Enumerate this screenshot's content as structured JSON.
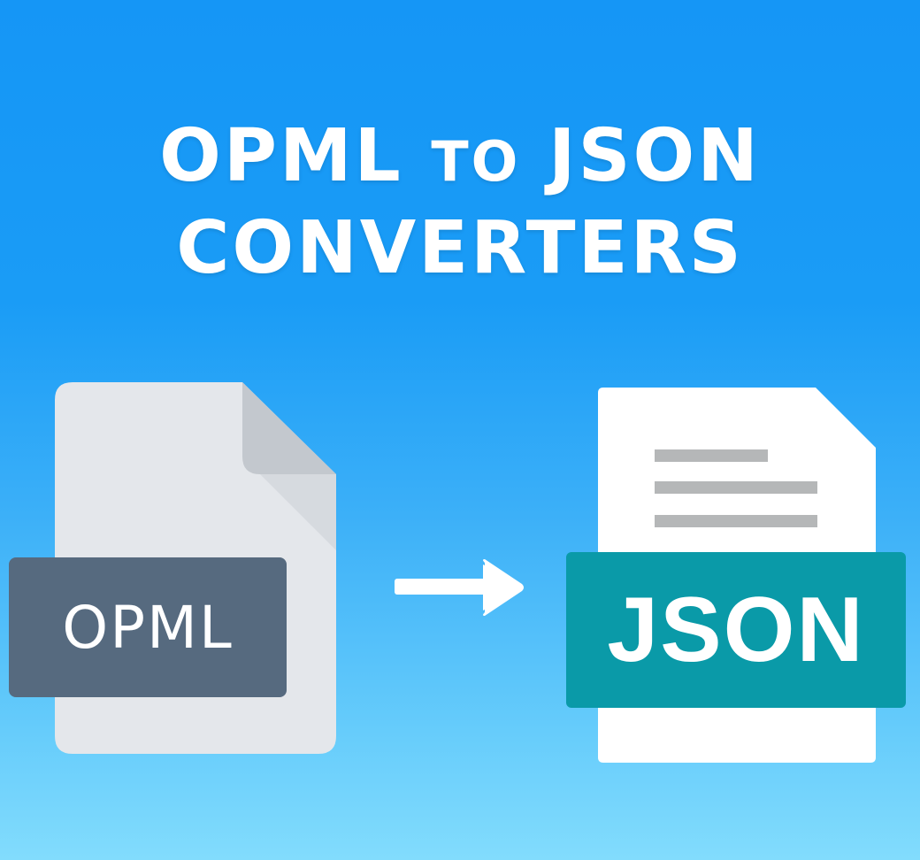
{
  "title": {
    "line1_part1": "OPML",
    "line1_part2": "TO",
    "line1_part3": "JSON",
    "line2": "CONVERTERS"
  },
  "source_file": {
    "label": "OPML",
    "icon": "file-icon",
    "label_color": "#566a7f",
    "page_color": "#e4e7eb"
  },
  "arrow": {
    "icon": "arrow-right-icon"
  },
  "target_file": {
    "label": "JSON",
    "icon": "document-lines-icon",
    "label_color": "#0a9aa8",
    "page_color": "#ffffff"
  },
  "colors": {
    "background_top": "#1596f6",
    "background_bottom": "#82dcfd",
    "title_text": "#ffffff"
  }
}
